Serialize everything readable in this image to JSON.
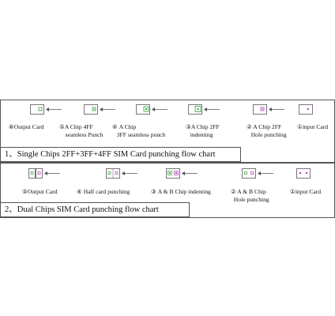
{
  "flow1": {
    "caption": "1、Single Chips 2FF+3FF+4FF  SIM Card punching flow chart",
    "steps": [
      {
        "num": "⑥",
        "label": "Output Card",
        "label2": ""
      },
      {
        "num": "⑤",
        "label": "A Chip 4FF",
        "label2": "seamless Punch"
      },
      {
        "num": "④",
        "label": "A Chip",
        "label2": "3FF seamless punch"
      },
      {
        "num": "③",
        "label": "A Chip 2FF",
        "label2": "indenting"
      },
      {
        "num": "②",
        "label": " A Chip 2FF",
        "label2": "Hole punching"
      },
      {
        "num": "①",
        "label": "input Card",
        "label2": ""
      }
    ]
  },
  "flow2": {
    "caption": "2、Dual Chips SIM Card punching flow chart",
    "steps": [
      {
        "num": "⑤",
        "label": "Output Card",
        "label2": ""
      },
      {
        "num": "④",
        "label": "  Half card punching",
        "label2": ""
      },
      {
        "num": "③",
        "label": "A & B Chip indenting",
        "label2": ""
      },
      {
        "num": "②",
        "label": " A & B Chip",
        "label2": "Hole punching"
      },
      {
        "num": "①",
        "label": "input Card",
        "label2": ""
      }
    ]
  },
  "colors": {
    "chip_green": "#3a9a3a",
    "chip_purple": "#b03ab0",
    "card_border": "#777777",
    "line": "#555555"
  }
}
